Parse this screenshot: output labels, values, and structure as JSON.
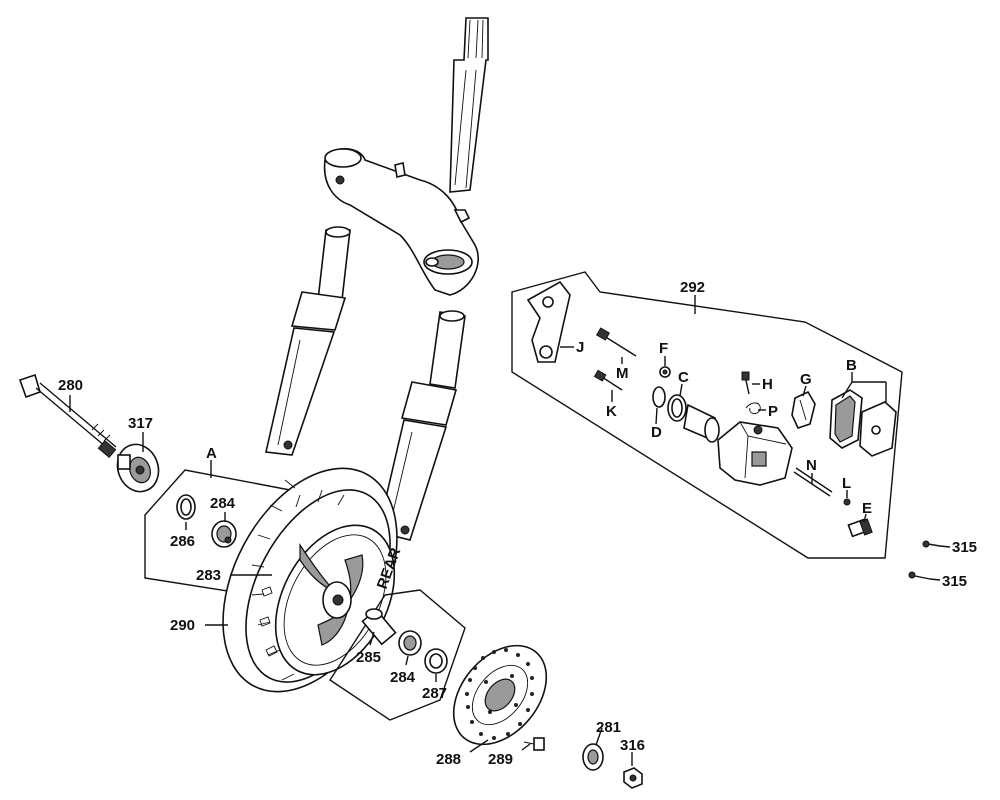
{
  "labels": {
    "l280": "280",
    "l317": "317",
    "lA": "A",
    "l284a": "284",
    "l286": "286",
    "l283": "283",
    "l290": "290",
    "l285": "285",
    "l284b": "284",
    "l287": "287",
    "l288": "288",
    "l289": "289",
    "l281": "281",
    "l316": "316",
    "l292": "292",
    "lJ": "J",
    "lM": "M",
    "lK": "K",
    "lF": "F",
    "lC": "C",
    "lD": "D",
    "lH": "H",
    "lP": "P",
    "lG": "G",
    "lB": "B",
    "lN": "N",
    "lL": "L",
    "lE": "E",
    "l315a": "315",
    "l315b": "315",
    "tire_mark": "REAR"
  }
}
